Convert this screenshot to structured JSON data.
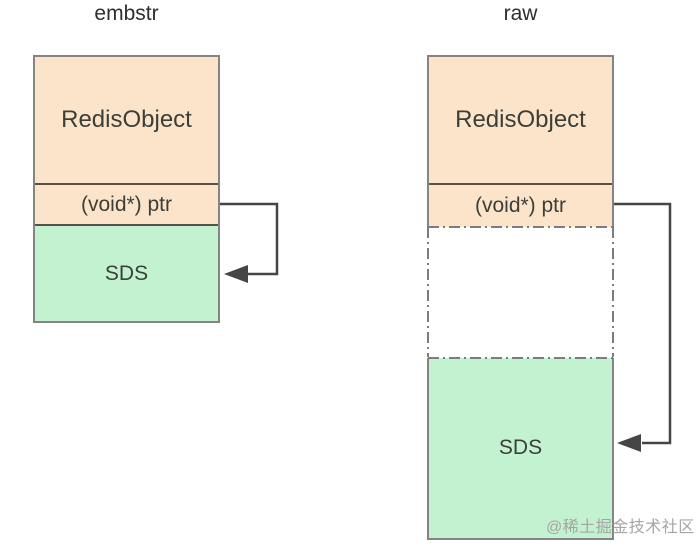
{
  "diagram": {
    "left": {
      "title": "embstr",
      "cells": [
        {
          "label": "RedisObject"
        },
        {
          "label": "(void*) ptr"
        },
        {
          "label": "SDS"
        }
      ]
    },
    "right": {
      "title": "raw",
      "cells": [
        {
          "label": "RedisObject"
        },
        {
          "label": "(void*) ptr"
        },
        {
          "label": "SDS"
        }
      ]
    }
  },
  "watermark": {
    "text": "@稀土掘金技术社区"
  },
  "colors": {
    "peach": "#fce4ca",
    "green": "#c2f2cf",
    "border": "#848484",
    "divider": "#55524b",
    "arrow": "#454545",
    "dashdot": "#7c7c7c",
    "text": "#3c3f38",
    "title": "#2e2e2e",
    "watermark": "#a5a5a5"
  }
}
